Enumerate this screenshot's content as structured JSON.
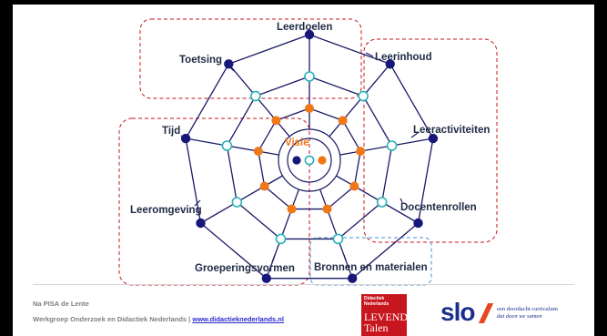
{
  "diagram": {
    "center_label": "Visie",
    "components": [
      "Leerdoelen",
      "Leerinhoud",
      "Leeractiviteiten",
      "Docentenrollen",
      "Bronnen en materialen",
      "Groeperingsvormen",
      "Leeromgeving",
      "Tijd",
      "Toetsing"
    ],
    "colors": {
      "outer_node": "#17177a",
      "middle_node": "#2ab3b8",
      "inner_node": "#f07818",
      "web_line": "#1a1a66",
      "highlight_box": "#c8151e",
      "dashed_box": "#4a90d6"
    }
  },
  "footer": {
    "title": "Na PISA de Lente",
    "org": "Werkgroep Onderzoek en Didactiek Nederlands |",
    "link": "www.didactieknederlands.nl",
    "levende_small": "Didactiek Nederlands",
    "levende_line1": "LEVENDE",
    "levende_line2": "Talen",
    "slo": "slo",
    "slo_tag1": "een doordacht curriculum",
    "slo_tag2": "dat doen we samen"
  }
}
